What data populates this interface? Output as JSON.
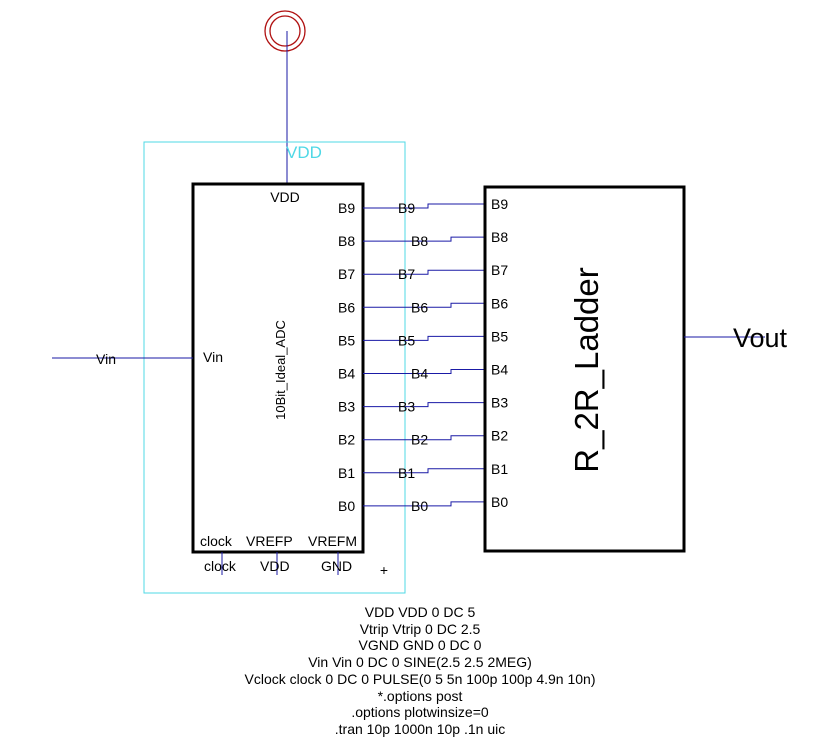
{
  "vdd_label": "VDD",
  "adc": {
    "name": "10Bit_Ideal_ADC",
    "pins": {
      "vdd": "VDD",
      "vin": "Vin",
      "clock": "clock",
      "vrefp": "VREFP",
      "vrefm": "VREFM",
      "bits": [
        "B9",
        "B8",
        "B7",
        "B6",
        "B5",
        "B4",
        "B3",
        "B2",
        "B1",
        "B0"
      ]
    }
  },
  "ladder": {
    "name": "R_2R_Ladder",
    "pins": [
      "B9",
      "B8",
      "B7",
      "B6",
      "B5",
      "B4",
      "B3",
      "B2",
      "B1",
      "B0"
    ]
  },
  "nets": {
    "vin": "Vin",
    "vout": "Vout",
    "clock": "clock",
    "vdd": "VDD",
    "gnd": "GND",
    "bits": [
      "B9",
      "B8",
      "B7",
      "B6",
      "B5",
      "B4",
      "B3",
      "B2",
      "B1",
      "B0"
    ]
  },
  "colors": {
    "wire": "#1a1aa6",
    "vdd_symbol": "#b01010",
    "selection": "#4fd8e6",
    "component": "#000000"
  },
  "spice_lines": [
    "VDD VDD 0 DC 5",
    "Vtrip Vtrip 0 DC 2.5",
    "VGND GND 0 DC 0",
    "Vin Vin 0 DC 0 SINE(2.5 2.5 2MEG)",
    "Vclock clock 0 DC 0 PULSE(0 5 5n 100p 100p 4.9n 10n)",
    "*.options post",
    ".options plotwinsize=0",
    ".tran 10p 1000n 10p .1n uic"
  ]
}
